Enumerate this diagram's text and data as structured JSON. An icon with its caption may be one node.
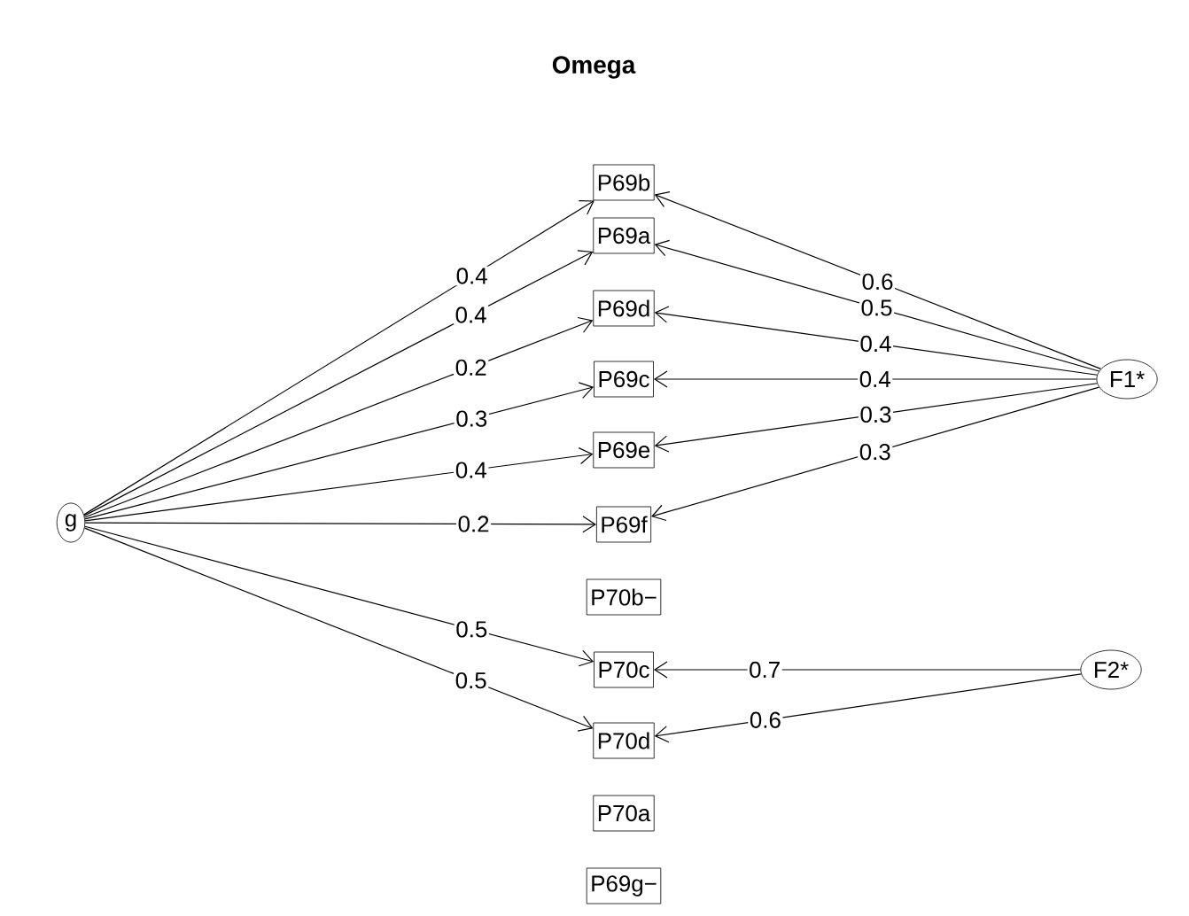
{
  "diagram": {
    "title": "Omega",
    "nodes": [
      {
        "text": [
          "g"
        ]
      },
      {
        "text": [
          "P69b"
        ]
      },
      {
        "text": [
          "P69a"
        ]
      },
      {
        "text": [
          "P69d"
        ]
      },
      {
        "text": [
          "P69c"
        ]
      },
      {
        "text": [
          "P69e"
        ]
      },
      {
        "text": [
          "P69f"
        ]
      },
      {
        "text": [
          "P70b−"
        ]
      },
      {
        "text": [
          "P70c"
        ]
      },
      {
        "text": [
          "P70d"
        ]
      },
      {
        "text": [
          "P70a"
        ]
      },
      {
        "text": [
          "P69g−"
        ]
      },
      {
        "text": [
          "F1*"
        ]
      },
      {
        "text": [
          "F2*"
        ]
      }
    ],
    "edges": [
      {
        "from": 0,
        "to": 1,
        "arrow": "to",
        "label": "0.4"
      },
      {
        "from": 0,
        "to": 2,
        "arrow": "to",
        "label": "0.4"
      },
      {
        "from": 0,
        "to": 3,
        "arrow": "to",
        "label": "0.2"
      },
      {
        "from": 0,
        "to": 4,
        "arrow": "to",
        "label": "0.3"
      },
      {
        "from": 0,
        "to": 5,
        "arrow": "to",
        "label": "0.4"
      },
      {
        "from": 0,
        "to": 6,
        "arrow": "to",
        "label": "0.2"
      },
      {
        "from": 0,
        "to": 8,
        "arrow": "to",
        "label": "0.5"
      },
      {
        "from": 0,
        "to": 9,
        "arrow": "to",
        "label": "0.5"
      },
      {
        "from": 12,
        "to": 1,
        "arrow": "to",
        "label": "0.6"
      },
      {
        "from": 12,
        "to": 2,
        "arrow": "to",
        "label": "0.5"
      },
      {
        "from": 12,
        "to": 3,
        "arrow": "to",
        "label": "0.4"
      },
      {
        "from": 12,
        "to": 4,
        "arrow": "to",
        "label": "0.4"
      },
      {
        "from": 12,
        "to": 5,
        "arrow": "to",
        "label": "0.3"
      },
      {
        "from": 12,
        "to": 6,
        "arrow": "to",
        "label": "0.3"
      },
      {
        "from": 13,
        "to": 8,
        "arrow": "to",
        "label": "0.7"
      },
      {
        "from": 13,
        "to": 9,
        "arrow": "to",
        "label": "0.6"
      }
    ]
  }
}
